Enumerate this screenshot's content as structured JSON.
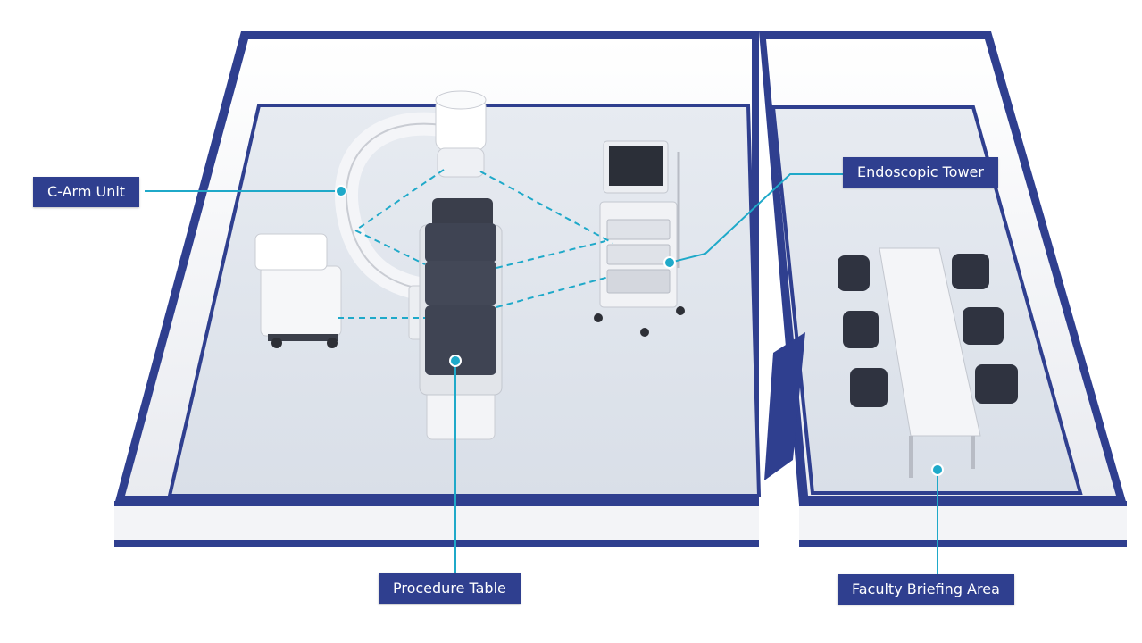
{
  "labels": {
    "c_arm": "C-Arm Unit",
    "endoscopic_tower": "Endoscopic Tower",
    "procedure_table": "Procedure Table",
    "faculty_briefing": "Faculty Briefing Area"
  },
  "colors": {
    "wall_accent": "#2f3f8f",
    "label_bg": "#2f3f8f",
    "leader_line": "#1fa9c9",
    "floor": "#dde3ec",
    "wall_face": "#f2f3f6"
  }
}
